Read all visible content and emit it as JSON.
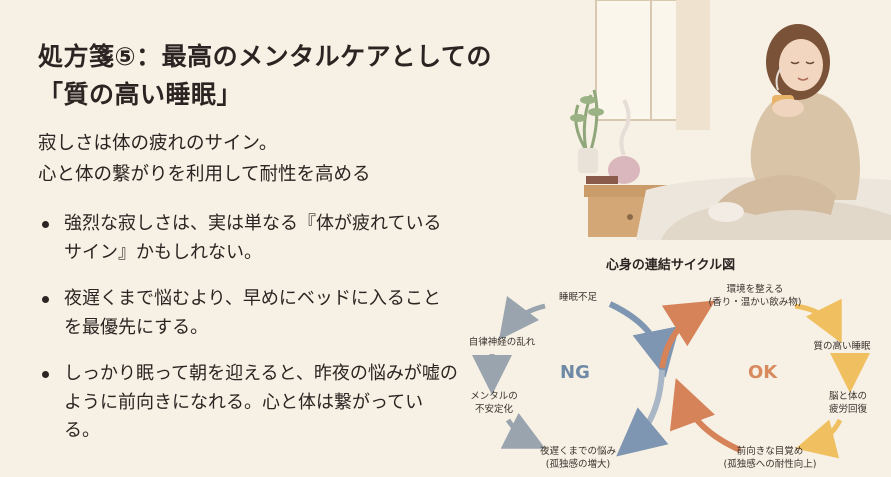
{
  "title": {
    "line1": "処方箋⑤：最高のメンタルケアとしての",
    "line2": "「質の高い睡眠」"
  },
  "subtitle": {
    "line1": "寂しさは体の疲れのサイン。",
    "line2": "心と体の繋がりを利用して耐性を高める"
  },
  "bullets": [
    "強烈な寂しさは、実は単なる『体が疲れているサイン』かもしれない。",
    "夜遅くまで悩むより、早めにベッドに入ることを最優先にする。",
    "しっかり眠って朝を迎えると、昨夜の悩みが嘘のように前向きになれる。心と体は繋がっている。"
  ],
  "diagram": {
    "title": "心身の連結サイクル図",
    "ng_label": "NG",
    "ok_label": "OK",
    "ng_nodes": [
      {
        "line1": "睡眠不足",
        "line2": ""
      },
      {
        "line1": "自律神経の乱れ",
        "line2": ""
      },
      {
        "line1": "メンタルの",
        "line2": "不安定化"
      },
      {
        "line1": "夜遅くまでの悩み",
        "line2": "(孤独感の増大)"
      }
    ],
    "ok_nodes": [
      {
        "line1": "環境を整える",
        "line2": "(香り・温かい飲み物)"
      },
      {
        "line1": "質の高い睡眠",
        "line2": ""
      },
      {
        "line1": "脳と体の",
        "line2": "疲労回復"
      },
      {
        "line1": "前向きな目覚め",
        "line2": "(孤独感への耐性向上)"
      }
    ],
    "colors": {
      "ng_arrow": "#9aa4ae",
      "ng_main": "#7f96b2",
      "ok_arrow": "#f0c060",
      "ok_main": "#d6835a"
    }
  }
}
